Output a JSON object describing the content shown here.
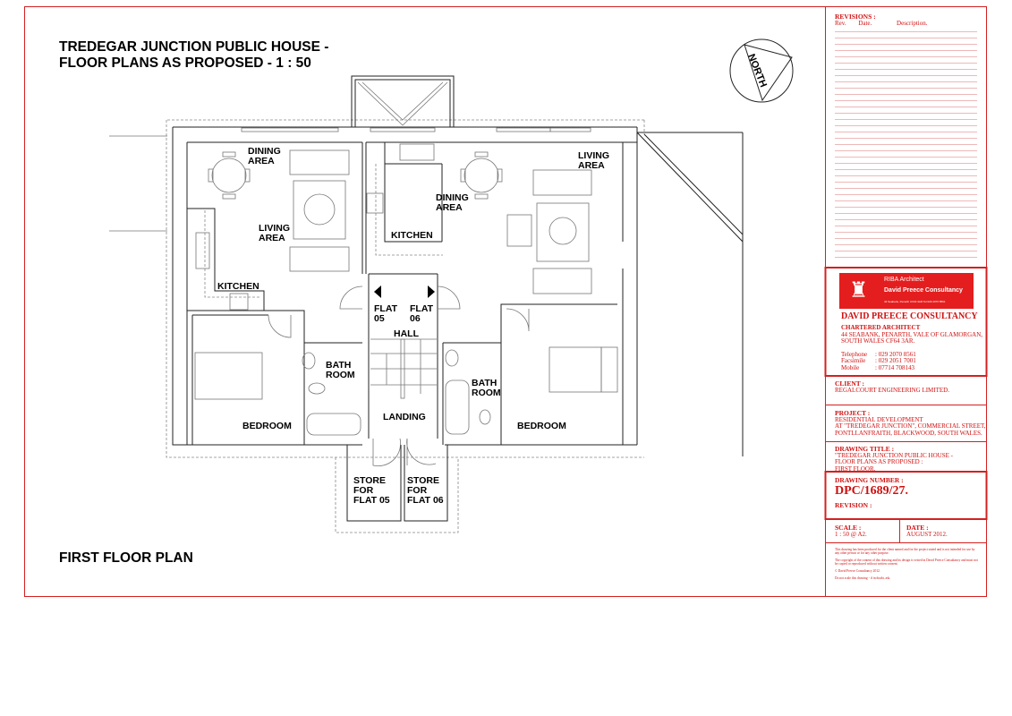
{
  "drawing": {
    "title_line1": "TREDEGAR JUNCTION PUBLIC HOUSE -",
    "title_line2": "FLOOR PLANS AS PROPOSED - 1 : 50",
    "plan_label": "FIRST FLOOR PLAN",
    "north_label": "NORTH",
    "rooms": {
      "dining_left": [
        "DINING",
        "AREA"
      ],
      "living_left": [
        "LIVING",
        "AREA"
      ],
      "kitchen_left": "KITCHEN",
      "bath_left": [
        "BATH",
        "ROOM"
      ],
      "bedroom_left": "BEDROOM",
      "flat05": [
        "FLAT",
        "05"
      ],
      "flat06": [
        "FLAT",
        "06"
      ],
      "hall": "HALL",
      "landing": "LANDING",
      "store05": [
        "STORE",
        "FOR",
        "FLAT 05"
      ],
      "store06": [
        "STORE",
        "FOR",
        "FLAT 06"
      ],
      "kitchen_right": "KITCHEN",
      "dining_right": [
        "DINING",
        "AREA"
      ],
      "living_right": [
        "LIVING",
        "AREA"
      ],
      "bath_right": [
        "BATH",
        "ROOM"
      ],
      "bedroom_right": "BEDROOM"
    }
  },
  "title_block": {
    "revisions": {
      "heading": "REVISIONS :",
      "col_rev": "Rev.",
      "col_date": "Date.",
      "col_desc": "Description."
    },
    "logo": {
      "line1": "RIBA Architect",
      "line2": "David Preece Consultancy",
      "line3": "44 Seabank, Penarth  CF64 3AR   Tel 029 2070 8561"
    },
    "firm": {
      "name": "DAVID PREECE CONSULTANCY",
      "role": "CHARTERED ARCHITECT",
      "address1": "44 SEABANK, PENARTH, VALE OF GLAMORGAN,",
      "address2": "SOUTH WALES CF64 3AR.",
      "telephone_label": "Telephone",
      "telephone": ": 029 2070 8561",
      "facsimile_label": "Facsimile",
      "facsimile": ": 029 2051 7001",
      "mobile_label": "Mobile",
      "mobile": ": 07714 708143"
    },
    "client": {
      "label": "CLIENT :",
      "value": "REGALCOURT ENGINEERING LIMITED."
    },
    "project": {
      "label": "PROJECT :",
      "line1": "RESIDENTIAL DEVELOPMENT",
      "line2": "AT \"TREDEGAR JUNCTION\", COMMERCIAL STREET,",
      "line3": "PONTLLANFRAITH, BLACKWOOD, SOUTH WALES."
    },
    "drawing_title": {
      "label": "DRAWING TITLE :",
      "line1": "\"TREDEGAR JUNCTION PUBLIC HOUSE -",
      "line2": "FLOOR PLANS AS PROPOSED :",
      "line3": "FIRST FLOOR."
    },
    "drawing_number": {
      "label": "DRAWING NUMBER :",
      "value": "DPC/1689/27."
    },
    "revision": {
      "label": "REVISION :"
    },
    "scale": {
      "label": "SCALE :",
      "value": "1 : 50 @ A2."
    },
    "date": {
      "label": "DATE :",
      "value": "AUGUST 2012."
    },
    "notes": [
      "This drawing has been produced for the client named and for the project stated and is not intended for use by any other person or for any other purpose.",
      "The copyright of the content of this drawing and its design is vested in David Preece Consultancy and must not be copied or reproduced without written consent.",
      "© David Preece Consultancy 2012.",
      "Do not scale this drawing - if in doubt, ask."
    ]
  },
  "colors": {
    "border": "#d42020",
    "lines": "#222222"
  }
}
